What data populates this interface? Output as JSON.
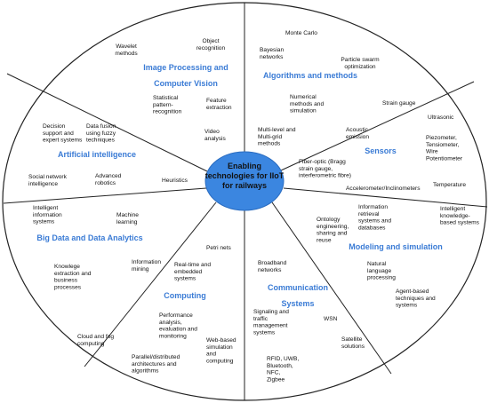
{
  "center": {
    "lines": [
      "Enabling",
      "technologies for IIoT",
      "for railways"
    ],
    "fill": "#3b86e0"
  },
  "colors": {
    "title": "#3a7bd5",
    "text": "#111111",
    "outline": "#222222"
  },
  "sectors": [
    {
      "id": "image-processing",
      "title": [
        "Image Processing and",
        "Computer Vision"
      ],
      "items": [
        [
          "Wavelet",
          "methods"
        ],
        [
          "Object",
          "recognition"
        ],
        [
          "Statistical",
          "pattern-",
          "recognition"
        ],
        [
          "Feature",
          "extraction"
        ],
        [
          "Video",
          "analysis"
        ]
      ]
    },
    {
      "id": "algorithms",
      "title": [
        "Algorithms and methods"
      ],
      "items": [
        [
          "Monte Carlo"
        ],
        [
          "Bayesian",
          "networks"
        ],
        [
          "Particle swarm",
          "optimization"
        ],
        [
          "Numerical",
          "methods and",
          "simulation"
        ],
        [
          "Multi-level and",
          "Multi-grid",
          "methods"
        ]
      ]
    },
    {
      "id": "sensors",
      "title": [
        "Sensors"
      ],
      "items": [
        [
          "Strain gauge"
        ],
        [
          "Ultrasonic"
        ],
        [
          "Acoustic",
          "emission"
        ],
        [
          "Piezometer,",
          "Tensiometer,",
          "Wire",
          "Potentiometer"
        ],
        [
          "Fiber-optic (Bragg",
          "strain gauge,",
          "interferometric fibre)"
        ],
        [
          "Temperature"
        ],
        [
          "Accelerometer/Inclinometers"
        ]
      ]
    },
    {
      "id": "modeling",
      "title": [
        "Modeling and simulation"
      ],
      "items": [
        [
          "Information",
          "retrieval",
          "systems and",
          "databases"
        ],
        [
          "Intelligent",
          "knowledge-",
          "based systems"
        ],
        [
          "Ontology",
          "engineering,",
          "sharing and",
          "reuse"
        ],
        [
          "Natural",
          "language",
          "processing"
        ],
        [
          "Agent-based",
          "techniques and",
          "systems"
        ]
      ]
    },
    {
      "id": "communication",
      "title": [
        "Communication",
        "Systems"
      ],
      "items": [
        [
          "Broadband",
          "networks"
        ],
        [
          "Signaling and",
          "traffic",
          "management",
          "systems"
        ],
        [
          "WSN"
        ],
        [
          "Satellite",
          "solutions"
        ],
        [
          "RFID, UWB,",
          "Bluetooth,",
          "NFC,",
          "Zigbee"
        ]
      ]
    },
    {
      "id": "computing",
      "title": [
        "Computing"
      ],
      "items": [
        [
          "Petri nets"
        ],
        [
          "Real-time and",
          "embedded",
          "systems"
        ],
        [
          "Performance",
          "analysis,",
          "evaluation and",
          "monitoring"
        ],
        [
          "Cloud and fog",
          "computing"
        ],
        [
          "Web-based",
          "simulation",
          "and",
          "computing"
        ],
        [
          "Parallel/distributed",
          "architectures and",
          "algorithms"
        ]
      ]
    },
    {
      "id": "big-data",
      "title": [
        "Big Data and Data Analytics"
      ],
      "items": [
        [
          "Intelligent",
          "information",
          "systems"
        ],
        [
          "Machine",
          "learning"
        ],
        [
          "Information",
          "mining"
        ],
        [
          "Knowlege",
          "extraction and",
          "business",
          "processes"
        ]
      ]
    },
    {
      "id": "ai",
      "title": [
        "Artificial intelligence"
      ],
      "items": [
        [
          "Decision",
          "support and",
          "expert systems"
        ],
        [
          "Data fusion",
          "using fuzzy",
          "techniques"
        ],
        [
          "Social network",
          "intelligence"
        ],
        [
          "Advanced",
          "robotics"
        ],
        [
          "Heuristics"
        ]
      ]
    }
  ]
}
